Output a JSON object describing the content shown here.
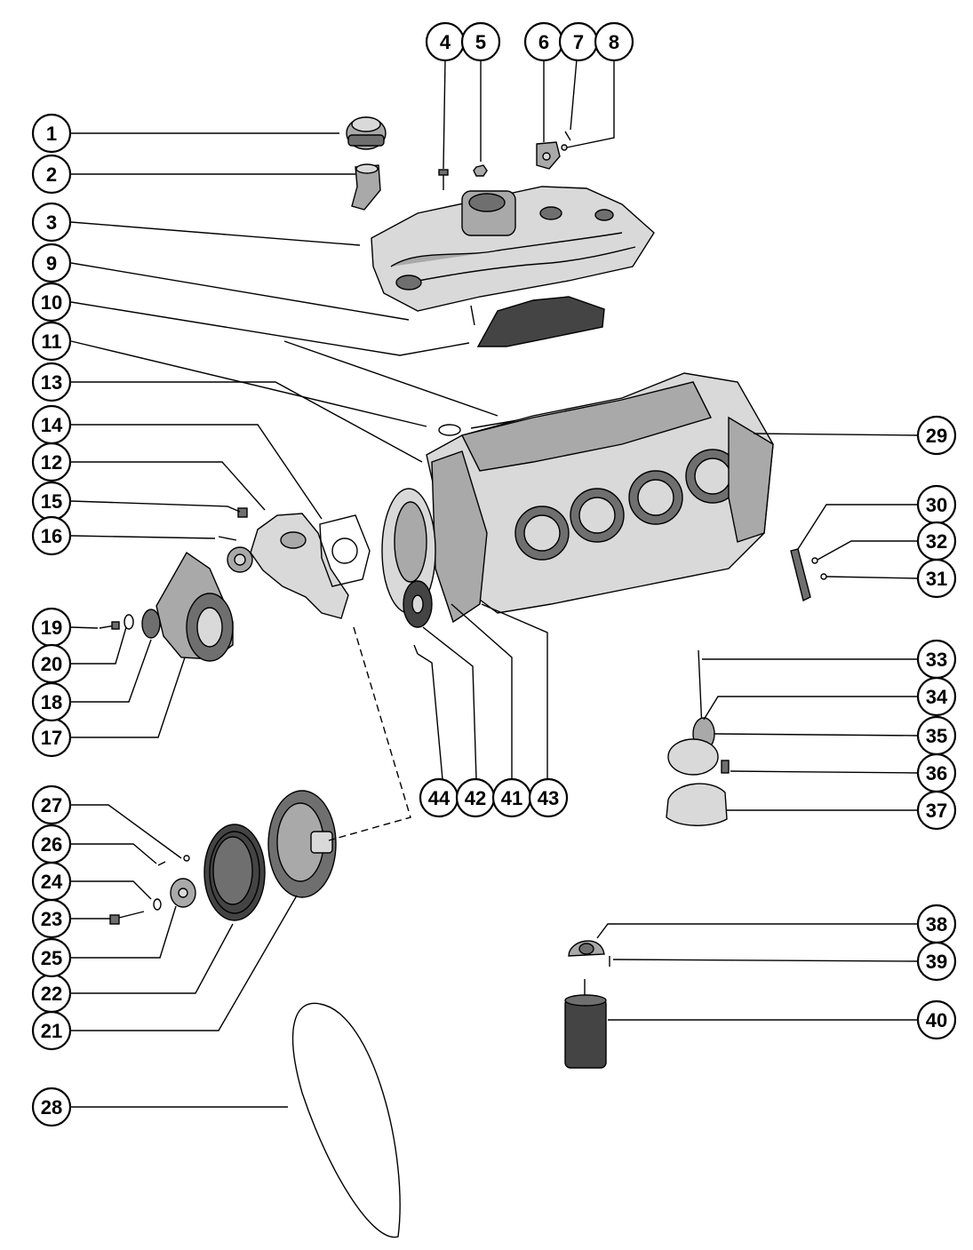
{
  "callouts": [
    "1",
    "2",
    "3",
    "4",
    "5",
    "6",
    "7",
    "8",
    "9",
    "10",
    "11",
    "12",
    "13",
    "14",
    "15",
    "16",
    "17",
    "18",
    "19",
    "20",
    "21",
    "22",
    "23",
    "24",
    "25",
    "26",
    "27",
    "28",
    "29",
    "30",
    "31",
    "32",
    "33",
    "34",
    "35",
    "36",
    "37",
    "38",
    "39",
    "40",
    "41",
    "42",
    "43",
    "44"
  ],
  "parts": [
    "fuel-filter-cap",
    "fuel-filter-body",
    "intake-manifold",
    "manifold-bolt",
    "manifold-nut",
    "throttle-bracket",
    "bracket-screw",
    "bracket-washer",
    "manifold-stud",
    "manifold-gasket-plate",
    "manifold-gasket",
    "water-pump",
    "water-pump-gasket",
    "pump-gasket",
    "pump-bolt",
    "pump-screw",
    "pump-pulley",
    "pulley-spacer",
    "pulley-bolt",
    "pulley-washer",
    "harmonic-balancer",
    "crankshaft-pulley",
    "balancer-bolt",
    "balancer-washer",
    "balancer-retainer",
    "balancer-screw",
    "balancer-lockwasher",
    "drive-belt",
    "cylinder-block",
    "block-plate",
    "plate-screw",
    "plate-washer",
    "oil-pump-shaft",
    "oil-pump-screen",
    "oil-pump-cover",
    "oil-pump-bolt",
    "oil-pump-body",
    "oil-filter-adapter",
    "adapter-bolt",
    "oil-filter",
    "timing-cover",
    "timing-cover-seal",
    "timing-cover-gasket",
    "timing-cover-bolt"
  ]
}
